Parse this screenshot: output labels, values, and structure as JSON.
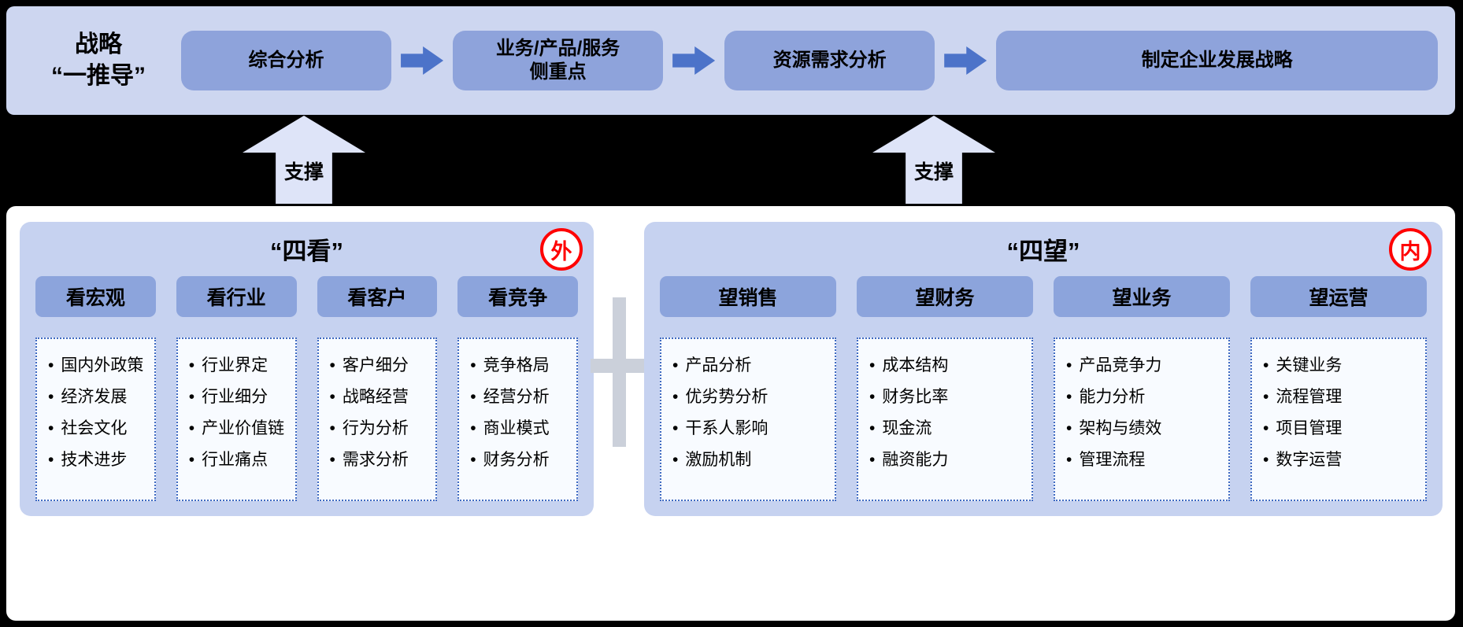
{
  "ui": {
    "bullet": "•"
  },
  "colors": {
    "background": "#000000",
    "top_panel_bg": "#CDD6F0",
    "step_box_bg": "#8EA3DB",
    "flow_arrow_blue": "#4C73C9",
    "support_arrow_bg": "#DEE4F8",
    "bottom_box_bg": "#FFFFFF",
    "panel_bg": "#C6D2F0",
    "header_button_bg": "#8CA4DC",
    "detail_box_border": "#3F6AC2",
    "badge_red": "#FF0000",
    "plus_connector_gray": "#CBD0DA"
  },
  "top": {
    "title": "战略\n“一推导”",
    "steps": [
      "综合分析",
      "业务/产品/服务\n侧重点",
      "资源需求分析",
      "制定企业发展战略"
    ]
  },
  "support": {
    "label": "支撑"
  },
  "bottom": {
    "left_panel": {
      "title": "“四看”",
      "badge": "外",
      "columns": [
        {
          "header": "看宏观",
          "items": [
            "国内外政策",
            "经济发展",
            "社会文化",
            "技术进步"
          ]
        },
        {
          "header": "看行业",
          "items": [
            "行业界定",
            "行业细分",
            "产业价值链",
            "行业痛点"
          ]
        },
        {
          "header": "看客户",
          "items": [
            "客户细分",
            "战略经营",
            "行为分析",
            "需求分析"
          ]
        },
        {
          "header": "看竞争",
          "items": [
            "竞争格局",
            "经营分析",
            "商业模式",
            "财务分析"
          ]
        }
      ]
    },
    "right_panel": {
      "title": "“四望”",
      "badge": "内",
      "columns": [
        {
          "header": "望销售",
          "items": [
            "产品分析",
            "优劣势分析",
            "干系人影响",
            "激励机制"
          ]
        },
        {
          "header": "望财务",
          "items": [
            "成本结构",
            "财务比率",
            "现金流",
            "融资能力"
          ]
        },
        {
          "header": "望业务",
          "items": [
            "产品竞争力",
            "能力分析",
            "架构与绩效",
            "管理流程"
          ]
        },
        {
          "header": "望运营",
          "items": [
            "关键业务",
            "流程管理",
            "项目管理",
            "数字运营"
          ]
        }
      ]
    }
  }
}
